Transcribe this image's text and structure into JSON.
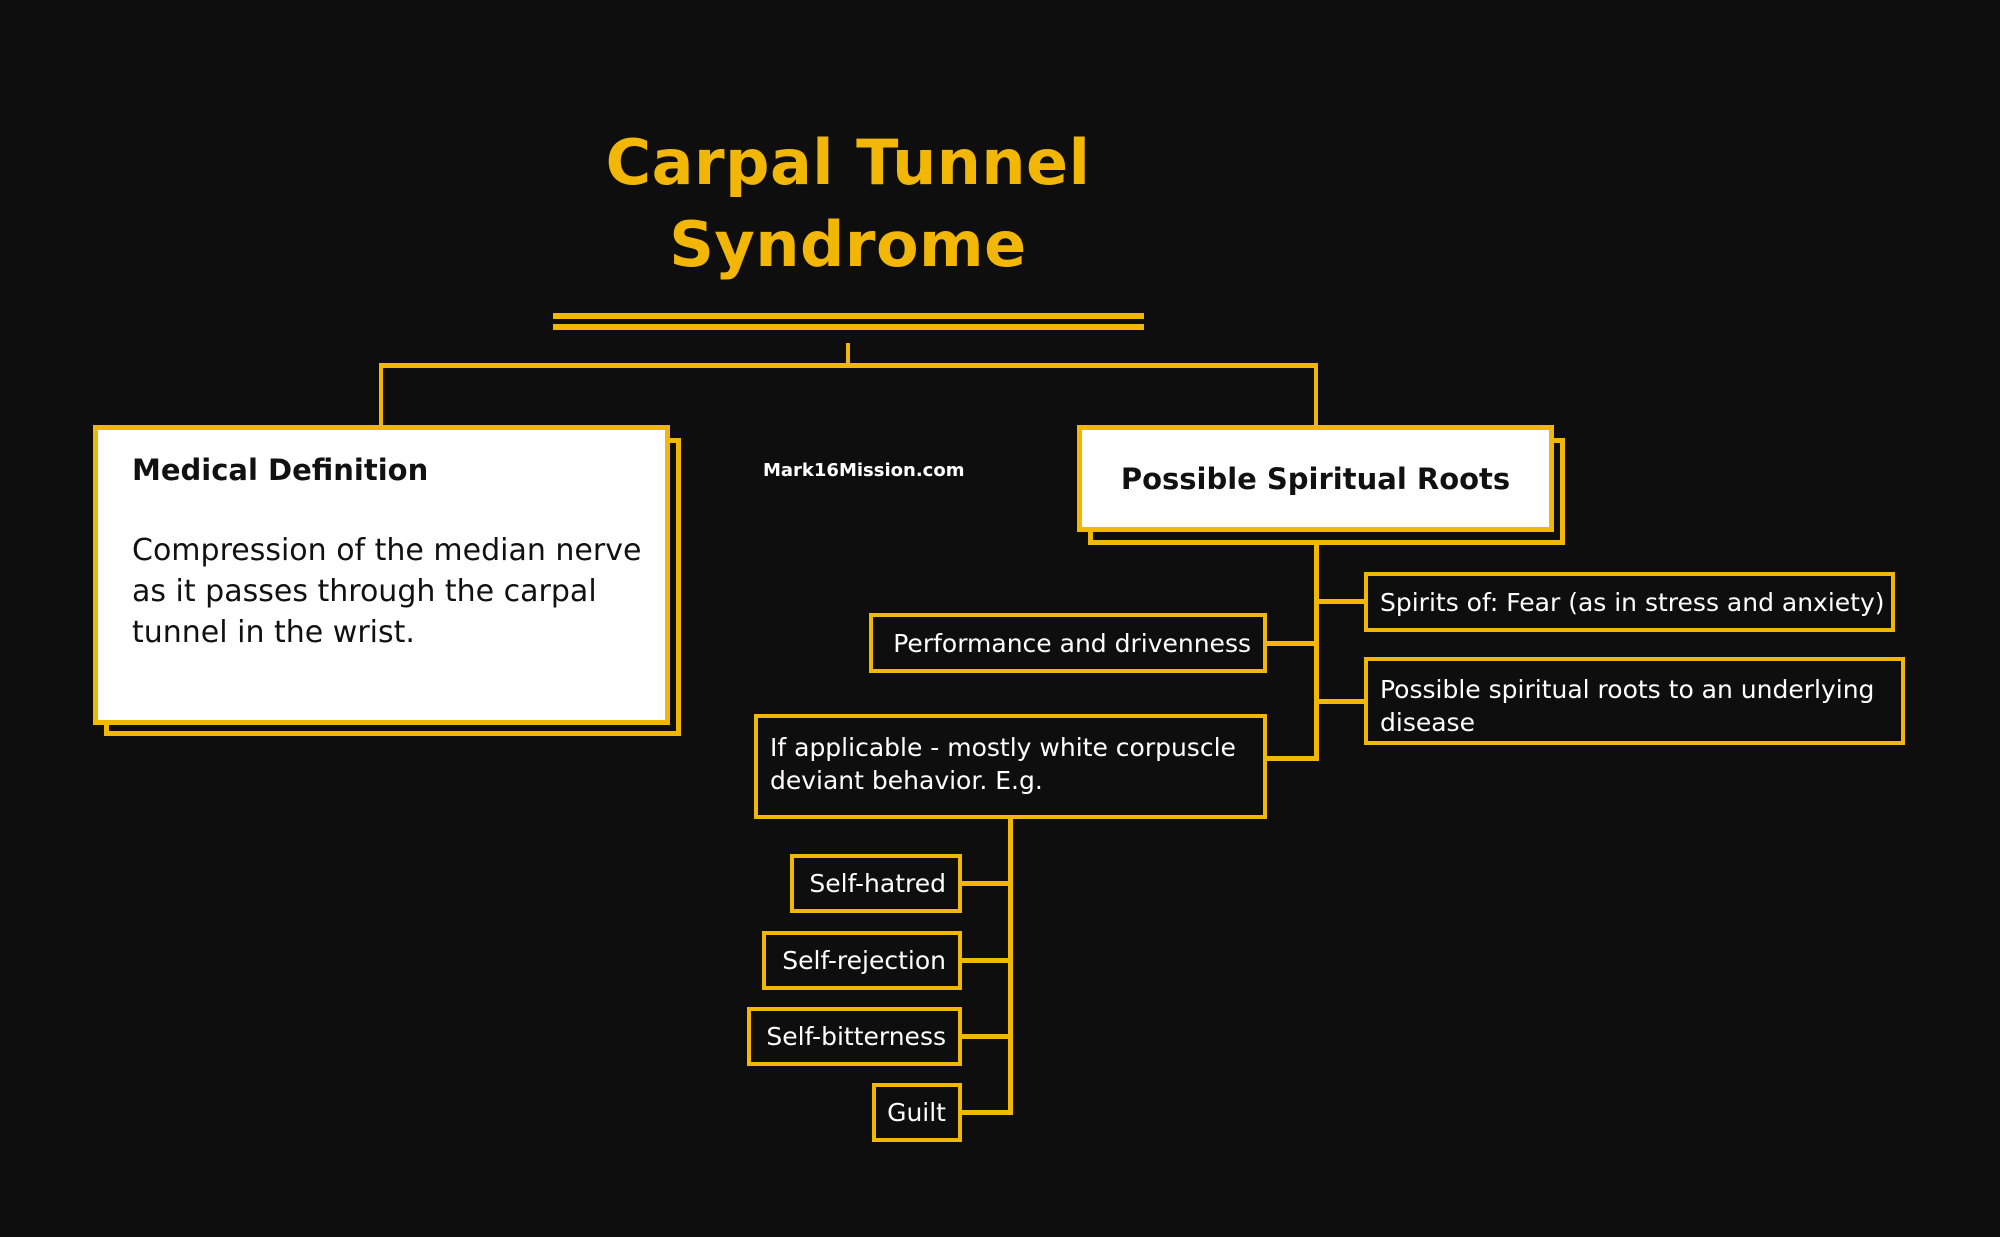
{
  "title": {
    "line1": "Carpal Tunnel",
    "line2": "Syndrome"
  },
  "watermark": "Mark16Mission.com",
  "medical_definition": {
    "heading": "Medical Definition",
    "body": "Compression of the median nerve as it passes through the carpal tunnel in the wrist."
  },
  "spiritual_roots": {
    "heading": "Possible Spiritual Roots",
    "branches": [
      "Spirits of:  Fear (as in stress and anxiety)",
      "Performance and drivenness",
      "Possible spiritual roots to an underlying disease",
      "If applicable - mostly white corpuscle deviant behavior. E.g."
    ],
    "examples": [
      "Self-hatred",
      "Self-rejection",
      "Self-bitterness",
      "Guilt"
    ]
  },
  "colors": {
    "accent": "#f2b705",
    "background": "#0e0e0e",
    "card": "#ffffff",
    "text_light": "#ffffff",
    "text_dark": "#111111"
  }
}
